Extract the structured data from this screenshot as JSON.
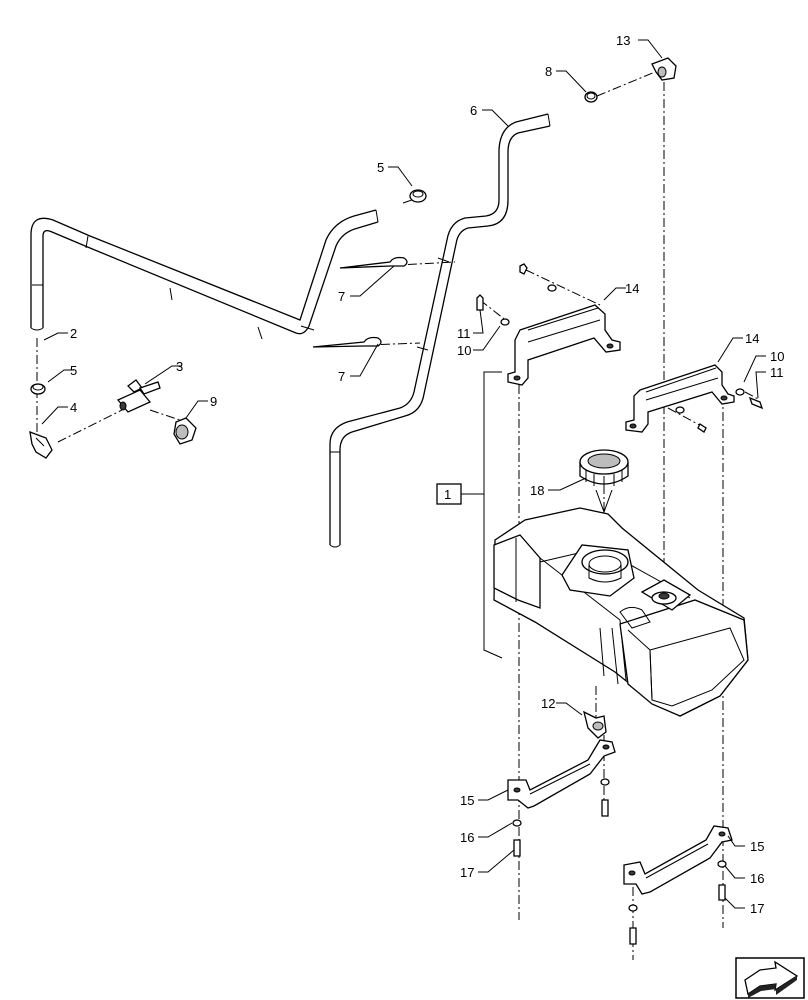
{
  "callouts": {
    "c1": "1",
    "c2": "2",
    "c3": "3",
    "c4": "4",
    "c5a": "5",
    "c5b": "5",
    "c6": "6",
    "c7a": "7",
    "c7b": "7",
    "c8": "8",
    "c9": "9",
    "c10a": "10",
    "c10b": "10",
    "c11a": "11",
    "c11b": "11",
    "c12": "12",
    "c13": "13",
    "c14a": "14",
    "c14b": "14",
    "c15a": "15",
    "c15b": "15",
    "c16a": "16",
    "c16b": "16",
    "c17a": "17",
    "c17b": "17",
    "c18": "18"
  },
  "icons": {
    "nav": "next-page-arrow-icon"
  }
}
